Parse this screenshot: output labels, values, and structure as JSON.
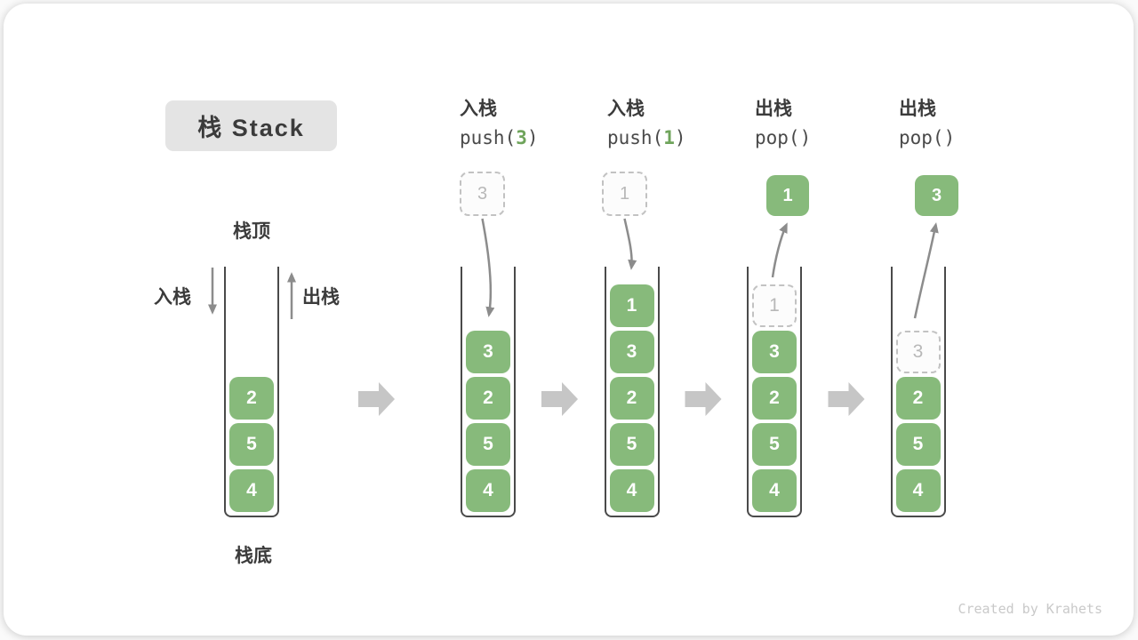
{
  "title": "栈 Stack",
  "watermark": "Created by Krahets",
  "labels": {
    "stack_top": "栈顶",
    "stack_bottom": "栈底",
    "push": "入栈",
    "pop": "出栈"
  },
  "operations": [
    {
      "name": "op-push-3",
      "zh": "入栈",
      "code_prefix": "push(",
      "arg": "3",
      "code_suffix": ")"
    },
    {
      "name": "op-push-1",
      "zh": "入栈",
      "code_prefix": "push(",
      "arg": "1",
      "code_suffix": ")"
    },
    {
      "name": "op-pop-first",
      "zh": "出栈",
      "code_prefix": "pop()",
      "arg": "",
      "code_suffix": ""
    },
    {
      "name": "op-pop-second",
      "zh": "出栈",
      "code_prefix": "pop()",
      "arg": "",
      "code_suffix": ""
    }
  ],
  "stacks": [
    {
      "name": "stack-initial",
      "blocks": [
        {
          "slot": 2,
          "value": "2"
        },
        {
          "slot": 3,
          "value": "5"
        },
        {
          "slot": 4,
          "value": "4"
        }
      ]
    },
    {
      "name": "stack-after-push-3",
      "blocks": [
        {
          "slot": 1,
          "value": "3"
        },
        {
          "slot": 2,
          "value": "2"
        },
        {
          "slot": 3,
          "value": "5"
        },
        {
          "slot": 4,
          "value": "4"
        }
      ],
      "floating": {
        "style": "dashed",
        "value": "3"
      },
      "arrow": "push"
    },
    {
      "name": "stack-after-push-1",
      "blocks": [
        {
          "slot": 0,
          "value": "1"
        },
        {
          "slot": 1,
          "value": "3"
        },
        {
          "slot": 2,
          "value": "2"
        },
        {
          "slot": 3,
          "value": "5"
        },
        {
          "slot": 4,
          "value": "4"
        }
      ],
      "floating": {
        "style": "dashed",
        "value": "1"
      },
      "arrow": "push"
    },
    {
      "name": "stack-after-pop-1",
      "blocks": [
        {
          "slot": 0,
          "value": "1",
          "ghost": true
        },
        {
          "slot": 1,
          "value": "3"
        },
        {
          "slot": 2,
          "value": "2"
        },
        {
          "slot": 3,
          "value": "5"
        },
        {
          "slot": 4,
          "value": "4"
        }
      ],
      "floating": {
        "style": "solid",
        "value": "1"
      },
      "arrow": "pop"
    },
    {
      "name": "stack-after-pop-3",
      "blocks": [
        {
          "slot": 1,
          "value": "3",
          "ghost": true
        },
        {
          "slot": 2,
          "value": "2"
        },
        {
          "slot": 3,
          "value": "5"
        },
        {
          "slot": 4,
          "value": "4"
        }
      ],
      "floating": {
        "style": "solid",
        "value": "3"
      },
      "arrow": "pop"
    }
  ],
  "colors": {
    "block_green": "#87ba7b",
    "code_arg_green": "#6fa45b",
    "thin_arrow_gray": "#8c8c8c",
    "block_arrow_gray": "#c6c6c6",
    "dashed_border_gray": "#c2c2c2",
    "ghost_text_gray": "#b8b8b8",
    "dark_text": "#3b3b3b",
    "title_bg": "#e4e4e4",
    "watermark_gray": "#c9c9c9"
  }
}
